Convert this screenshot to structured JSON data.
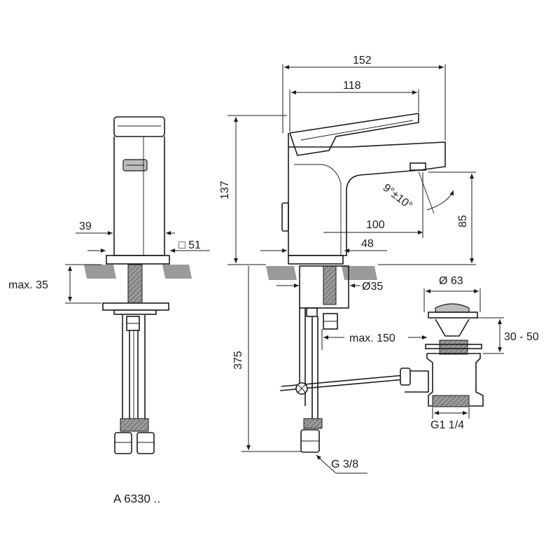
{
  "model_number": "A 6330 ..",
  "dimensions": {
    "width_total": "152",
    "lever_length": "118",
    "height_total": "137",
    "spout_reach": "100",
    "spout_height": "85",
    "base_offset": "48",
    "angle": "9°±10°",
    "side_width": "39",
    "base_square": "□ 51",
    "max_thickness": "max. 35",
    "hole_diameter": "Ø35",
    "hose_length": "375",
    "max_rod": "max. 150",
    "waste_diameter": "Ø 63",
    "waste_height": "30 - 50",
    "waste_thread": "G1 1/4",
    "hose_thread": "G 3/8"
  }
}
